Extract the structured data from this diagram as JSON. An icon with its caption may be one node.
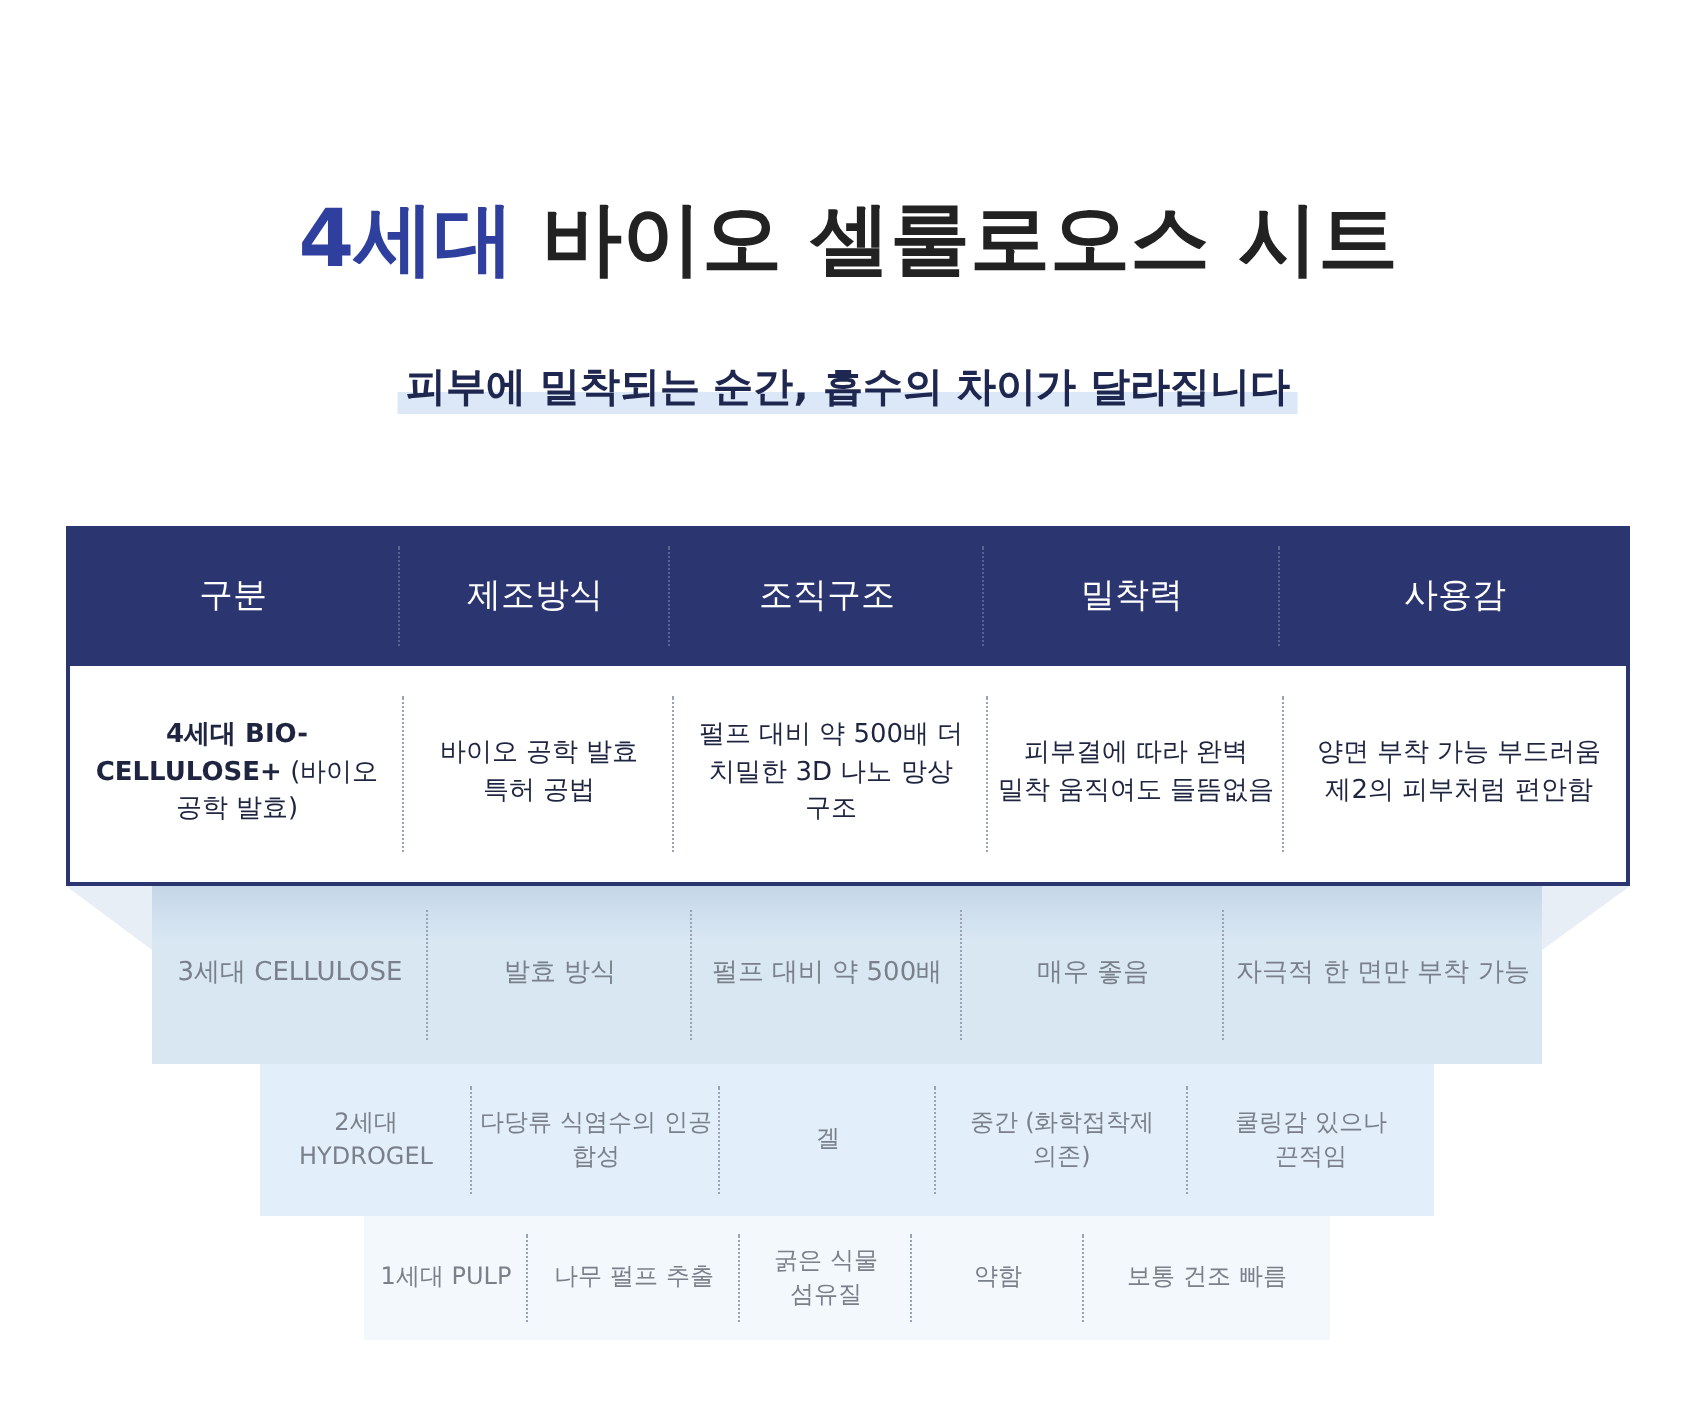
{
  "diagram": {
    "title": "4세대 바이오 셀룰로오스 시트",
    "labels": [
      "피부에 밀착되는 순간, 흡수의 차이가 달라집니다",
      "구분",
      "제조방식",
      "조직구조",
      "밀착력",
      "사용감",
      "**4세대 BIO-CELLULOSE+** (바이오 공학 발효)",
      "바이오 공학 발효 특허 공법",
      "펄프 대비 약 500배 더 치밀한 3D 나노 망상 구조",
      "피부결에 따라 완벽 밀착 움직여도 들뜸없음",
      "양면 부착 가능 부드러움 제2의 피부처럼 편안함",
      "3세대 CELLULOSE",
      "발효 방식",
      "펄프 대비 약 500배",
      "매우 좋음",
      "자극적 한 면만 부착 가능",
      "2세대 HYDROGEL",
      "다당류 식염수의 인공 합성",
      "겔",
      "중간 (화학접착제 의존)",
      "쿨링감 있으나 끈적임",
      "1세대 PULP",
      "나무 펄프 추출",
      "굵은 식물 섬유질",
      "약함",
      "보통 건조 빠름"
    ]
  }
}
